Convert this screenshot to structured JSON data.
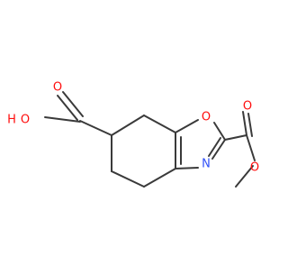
{
  "structure": {
    "atoms": {
      "o_hydroxyl": "O",
      "h_hydroxyl": "H",
      "o_carbonyl_acid": "O",
      "o_ring": "O",
      "n_ring": "N",
      "o_carbonyl_ester": "O",
      "o_ester": "O"
    }
  },
  "colors": {
    "bond": "#3a3a3a",
    "oxygen": "#ff0d0d",
    "nitrogen": "#3050f8"
  }
}
